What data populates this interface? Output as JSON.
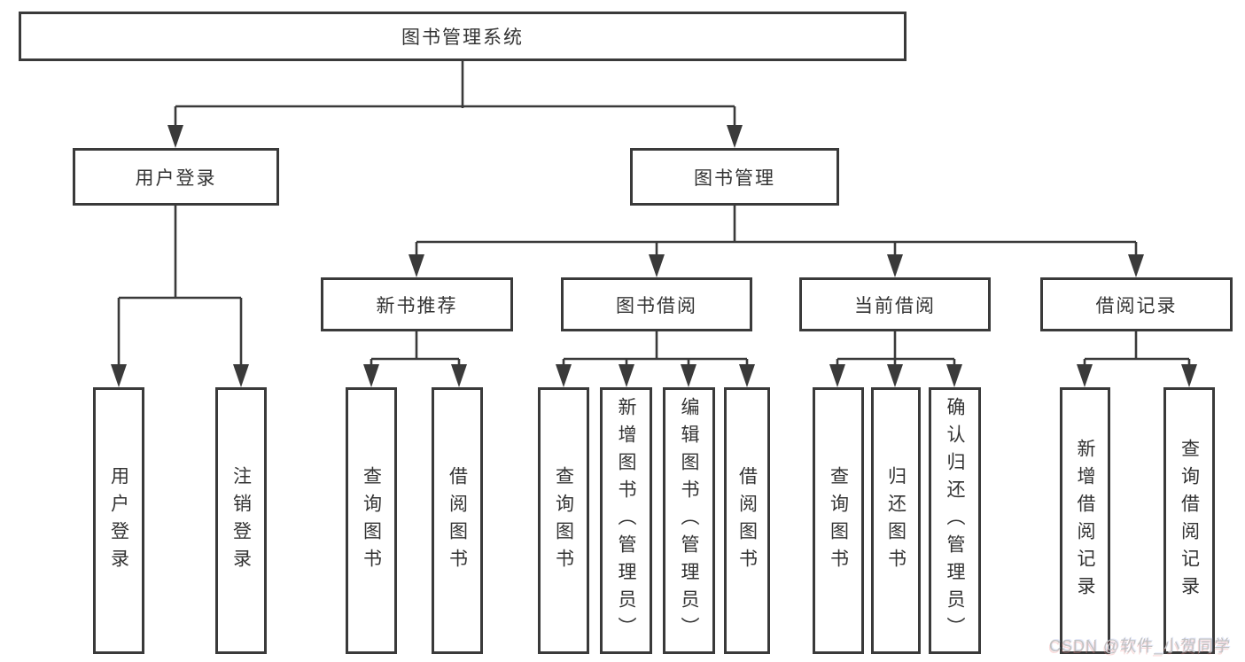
{
  "nodes": {
    "root": "图书管理系统",
    "user_login": "用户登录",
    "book_mgmt": "图书管理",
    "new_book_rec": "新书推荐",
    "book_borrow": "图书借阅",
    "current_borrow": "当前借阅",
    "borrow_records": "借阅记录",
    "leaf_user_login": "用户登录",
    "leaf_logout": "注销登录",
    "leaf_rec_query_book": "查询图书",
    "leaf_rec_borrow_book": "借阅图书",
    "leaf_bor_query_book": "查询图书",
    "leaf_bor_add_book": "新增图书（管理员）",
    "leaf_bor_edit_book": "编辑图书（管理员）",
    "leaf_bor_borrow_book": "借阅图书",
    "leaf_cur_query_book": "查询图书",
    "leaf_cur_return_book": "归还图书",
    "leaf_cur_confirm_return": "确认归还（管理员）",
    "leaf_records_add": "新增借阅记录",
    "leaf_records_query": "查询借阅记录"
  },
  "watermark": "CSDN @软件_小贺同学",
  "colors": {
    "line": "#3a3a3a",
    "text": "#333333",
    "background": "#ffffff",
    "watermark": "#c2c2c2"
  }
}
